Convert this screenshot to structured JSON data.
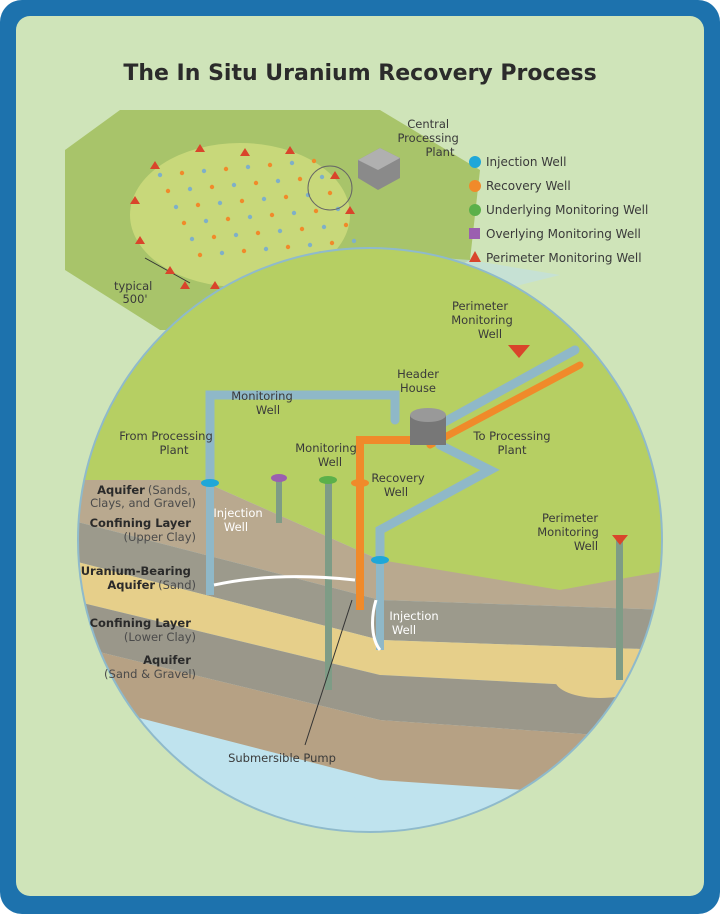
{
  "title": "The In Situ Uranium Recovery Process",
  "colors": {
    "frame": "#1d72ad",
    "background": "#cfe4b9",
    "injection": "#1fa7d8",
    "recovery": "#f08a2a",
    "underlying": "#5bb04a",
    "overlying": "#9b5fb0",
    "perimeter": "#d9452b"
  },
  "legend": [
    {
      "icon": "circle",
      "color": "#1fa7d8",
      "label": "Injection Well"
    },
    {
      "icon": "circle",
      "color": "#f08a2a",
      "label": "Recovery Well"
    },
    {
      "icon": "circle",
      "color": "#5bb04a",
      "label": "Underlying Monitoring Well"
    },
    {
      "icon": "square",
      "color": "#9b5fb0",
      "label": "Overlying Monitoring Well"
    },
    {
      "icon": "triangle",
      "color": "#d9452b",
      "label": "Perimeter Monitoring Well"
    }
  ],
  "overview": {
    "plant": [
      "Central",
      "Processing",
      "Plant"
    ],
    "spacing": [
      "typical",
      "500'"
    ]
  },
  "labels": {
    "perimeter_top": [
      "Perimeter",
      "Monitoring",
      "Well"
    ],
    "header_house": [
      "Header",
      "House"
    ],
    "monitoring_well_1": [
      "Monitoring",
      "Well"
    ],
    "monitoring_well_2": [
      "Monitoring",
      "Well"
    ],
    "from_plant": [
      "From Processing",
      "Plant"
    ],
    "to_plant": [
      "To Processing",
      "Plant"
    ],
    "recovery_well": [
      "Recovery",
      "Well"
    ],
    "injection_well_1": [
      "Injection",
      "Well"
    ],
    "injection_well_2": [
      "Injection",
      "Well"
    ],
    "perimeter_right": [
      "Perimeter",
      "Monitoring",
      "Well"
    ],
    "pump": "Submersible Pump"
  },
  "strata": [
    {
      "bold": "Aquifer",
      "normal": "(Sands,",
      "line2": "Clays, and Gravel)"
    },
    {
      "bold": "Confining Layer",
      "line2": "(Upper Clay)"
    },
    {
      "bold": "Uranium-Bearing",
      "line2bold": "Aquifer",
      "normal": "(Sand)"
    },
    {
      "bold": "Confining Layer",
      "line2": "(Lower Clay)"
    },
    {
      "bold": "Aquifer",
      "line2": "(Sand & Gravel)"
    }
  ]
}
